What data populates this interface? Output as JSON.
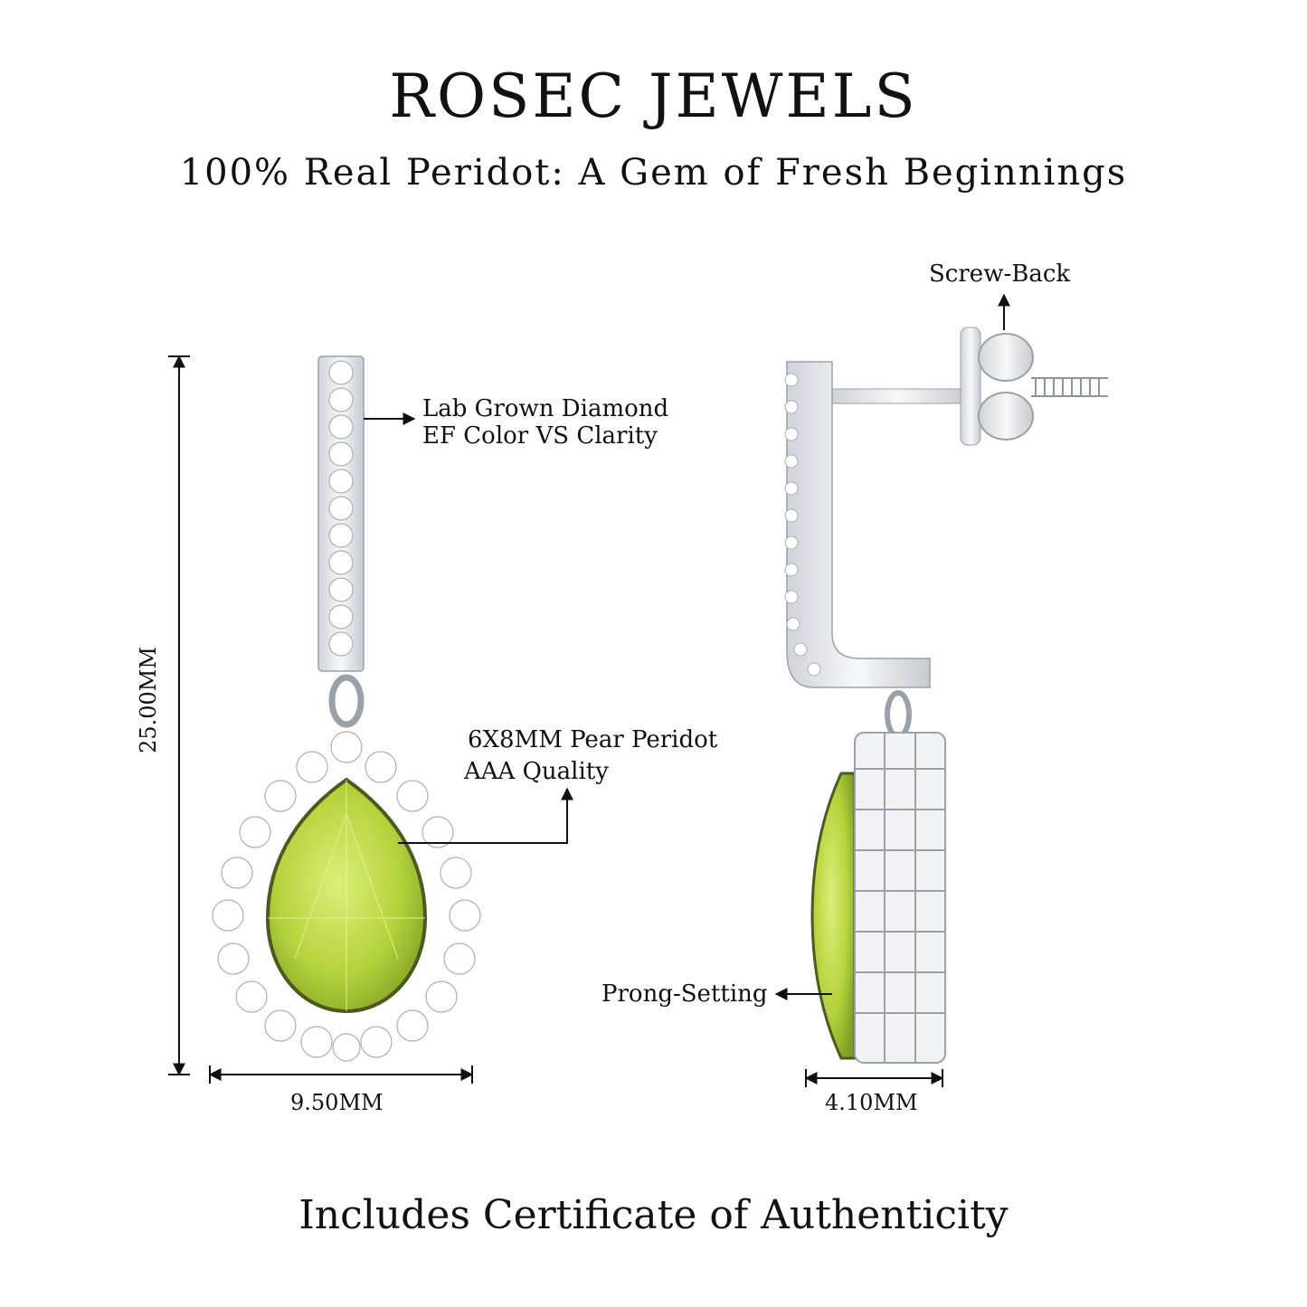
{
  "header": {
    "brand": "ROSEC JEWELS",
    "tagline": "100% Real Peridot: A Gem of Fresh Beginnings"
  },
  "callouts": {
    "diamond_line1": "Lab Grown Diamond",
    "diamond_line2": "EF Color VS Clarity",
    "peridot_line1": "6X8MM Pear Peridot",
    "peridot_line2": "AAA Quality",
    "screw_back": "Screw-Back",
    "prong_setting": "Prong-Setting"
  },
  "dimensions": {
    "height": "25.00MM",
    "front_width": "9.50MM",
    "side_width": "4.10MM"
  },
  "footer": {
    "certificate": "Includes Certificate of Authenticity"
  },
  "colors": {
    "peridot": "#b5d33c",
    "metal": "#e8ebee",
    "text": "#111111"
  }
}
